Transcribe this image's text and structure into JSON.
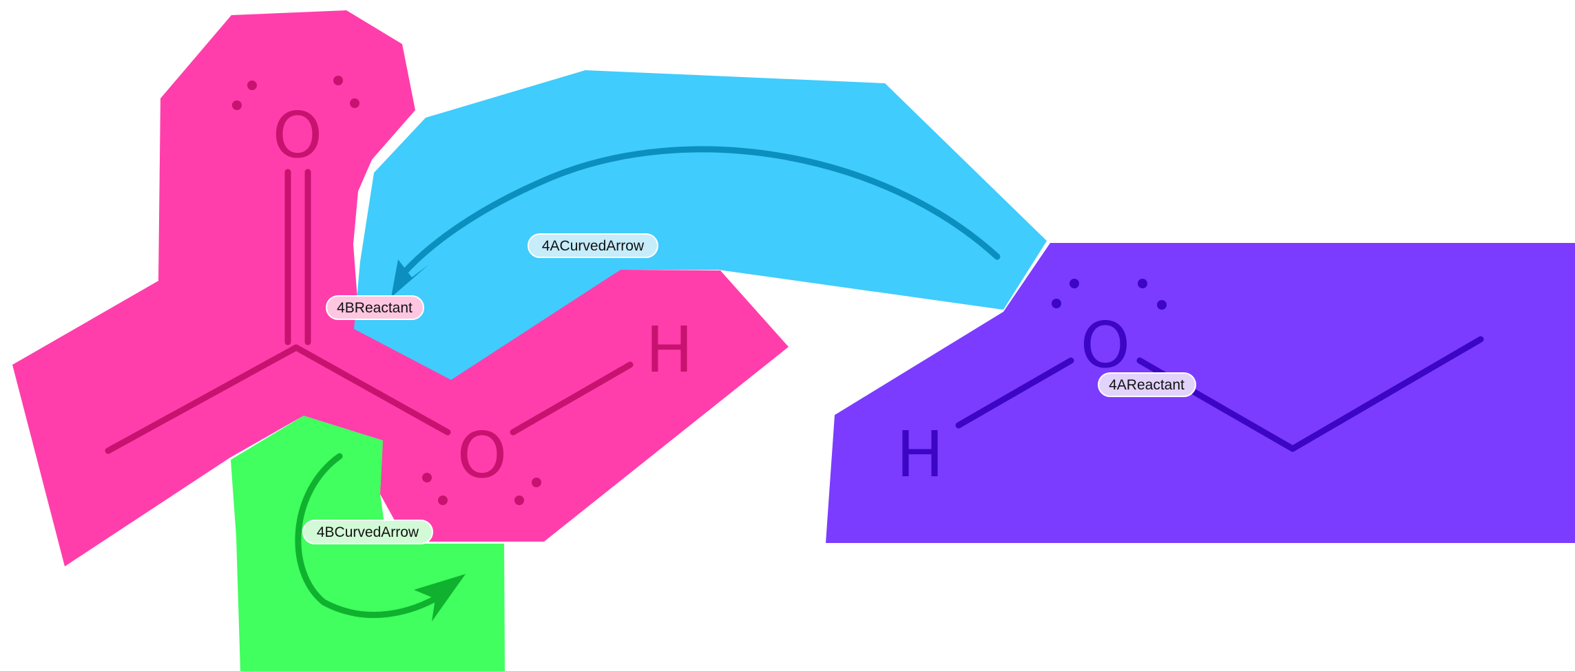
{
  "colors": {
    "reactant_b_region": "#ff3eac",
    "reactant_b_ink": "#c8126f",
    "curved_arrow_a_region": "#40ccfc",
    "curved_arrow_a_ink": "#0b8fbf",
    "reactant_a_region": "#7b3cff",
    "reactant_a_ink": "#3c06c4",
    "curved_arrow_b_region": "#40ff5e",
    "curved_arrow_b_ink": "#10b12f",
    "tag_pink": "#ffc6e2",
    "tag_blue": "#c7ecfa",
    "tag_purple": "#e2d3fb",
    "tag_green": "#d3fad6"
  },
  "labels": {
    "curved_arrow_a": "4ACurvedArrow",
    "reactant_b": "4BReactant",
    "reactant_a": "4AReactant",
    "curved_arrow_b": "4BCurvedArrow"
  },
  "atoms": {
    "acid_carbonyl_o": "O",
    "acid_hydroxyl_o": "O",
    "acid_h": "H",
    "ethanol_o": "O",
    "ethanol_h": "H"
  }
}
